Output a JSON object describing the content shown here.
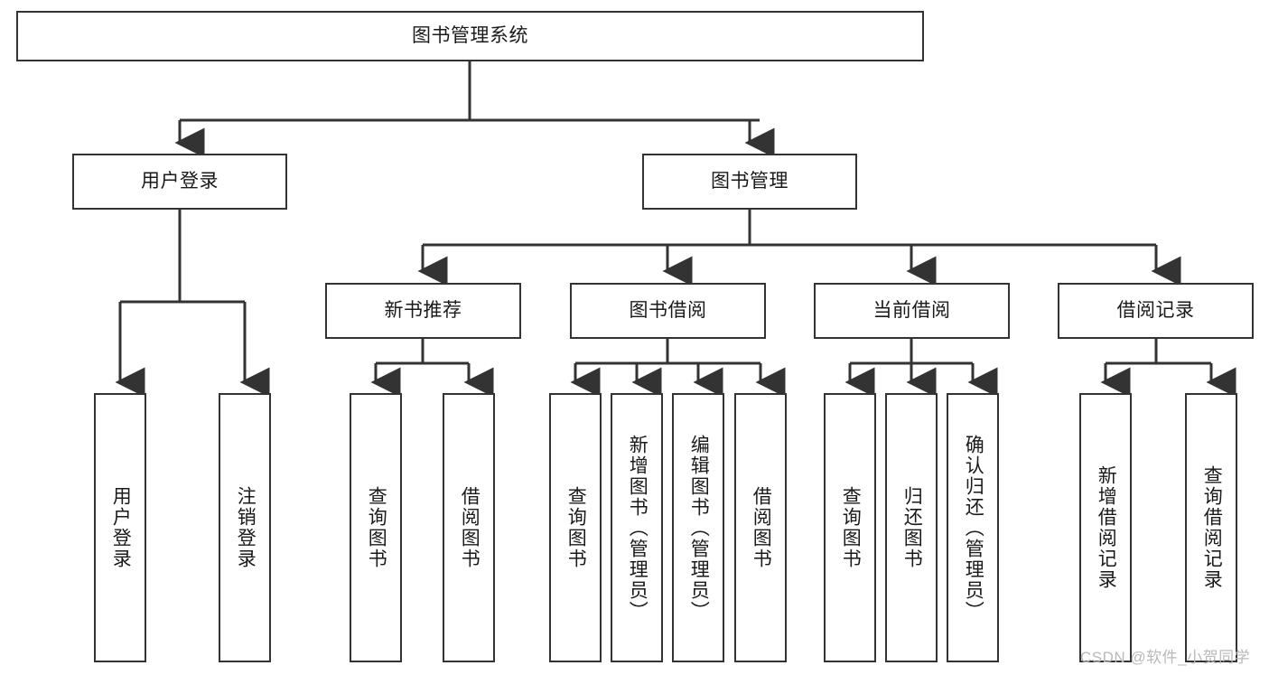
{
  "diagram": {
    "title": "图书管理系统",
    "watermark": "CSDN @软件_小贺同学",
    "colors": {
      "stroke": "#333333",
      "fill": "#ffffff",
      "text": "#1a1a1a",
      "watermark": "#b9b9b9",
      "background": "#ffffff"
    },
    "levels": {
      "root": {
        "label": "图书管理系统"
      },
      "level2": [
        {
          "label": "用户登录"
        },
        {
          "label": "图书管理"
        }
      ],
      "level3": [
        {
          "label": "新书推荐"
        },
        {
          "label": "图书借阅"
        },
        {
          "label": "当前借阅"
        },
        {
          "label": "借阅记录"
        }
      ],
      "leaves": {
        "user_login": [
          {
            "label": "用户登录"
          },
          {
            "label": "注销登录"
          }
        ],
        "new_book": [
          {
            "label": "查询图书"
          },
          {
            "label": "借阅图书"
          }
        ],
        "book_borrow": [
          {
            "label": "查询图书"
          },
          {
            "label": "新增图书（管理员）"
          },
          {
            "label": "编辑图书（管理员）"
          },
          {
            "label": "借阅图书"
          }
        ],
        "current_borrow": [
          {
            "label": "查询图书"
          },
          {
            "label": "归还图书"
          },
          {
            "label": "确认归还（管理员）"
          }
        ],
        "borrow_record": [
          {
            "label": "新增借阅记录"
          },
          {
            "label": "查询借阅记录"
          }
        ]
      }
    }
  }
}
